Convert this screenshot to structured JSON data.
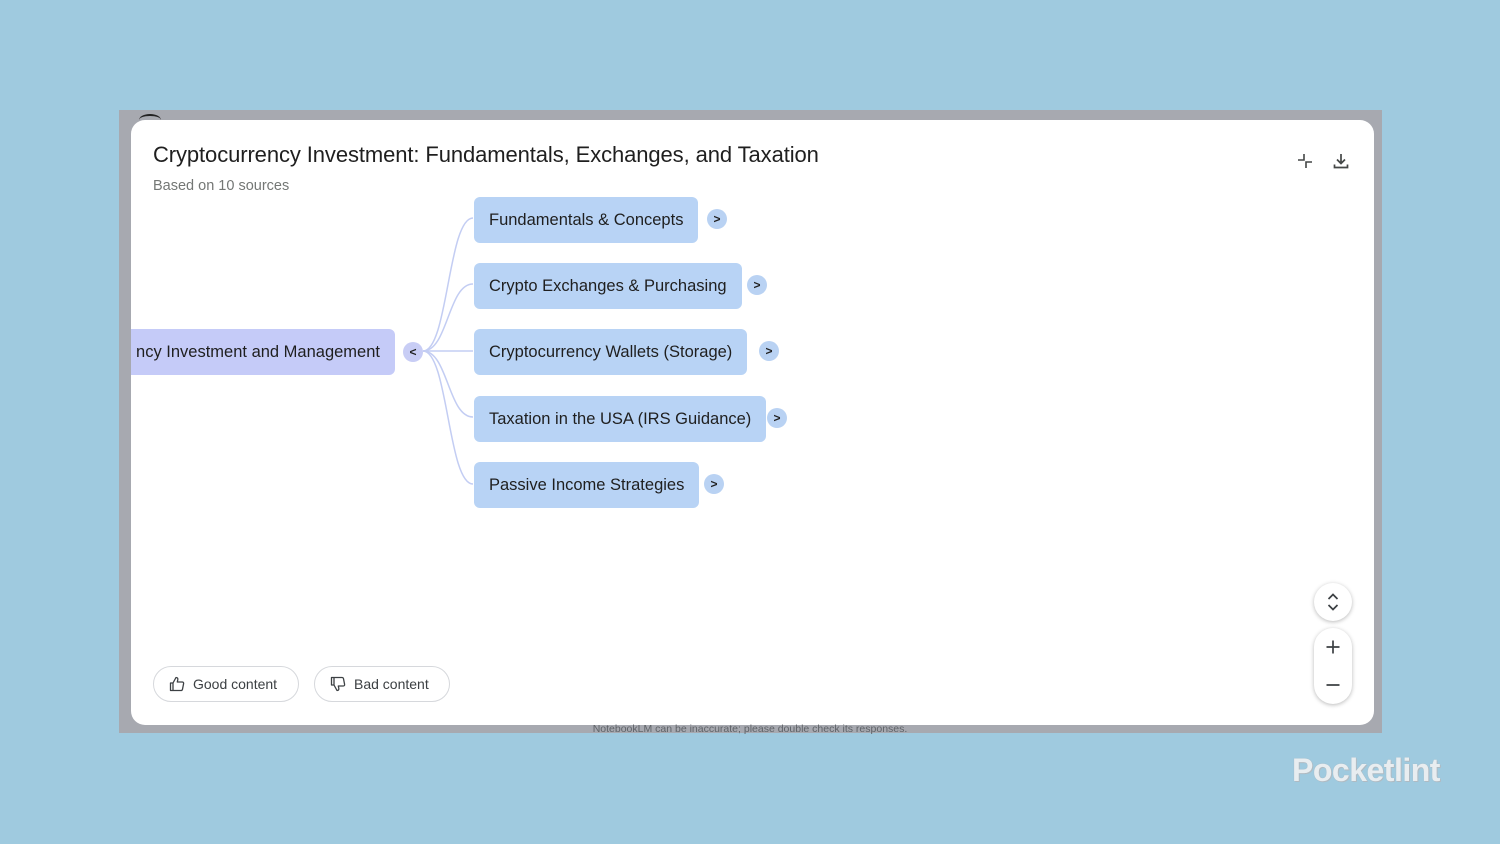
{
  "header": {
    "title": "Cryptocurrency Investment: Fundamentals, Exchanges, and Taxation",
    "subtitle": "Based on 10 sources",
    "collapse_icon": "collapse-icon",
    "download_icon": "download-icon"
  },
  "mindmap": {
    "root": {
      "label": "ncy Investment and Management",
      "toggle": "<"
    },
    "children": [
      {
        "label": "Fundamentals & Concepts",
        "toggle": ">"
      },
      {
        "label": "Crypto Exchanges & Purchasing",
        "toggle": ">"
      },
      {
        "label": "Cryptocurrency Wallets (Storage)",
        "toggle": ">"
      },
      {
        "label": "Taxation in the USA (IRS Guidance)",
        "toggle": ">"
      },
      {
        "label": "Passive Income Strategies",
        "toggle": ">"
      }
    ]
  },
  "feedback": {
    "good_label": "Good content",
    "bad_label": "Bad content",
    "good_icon": "thumbs-up-icon",
    "bad_icon": "thumbs-down-icon"
  },
  "zoom_controls": {
    "expand_icon": "expand-collapse-icon",
    "zoom_in_icon": "plus-icon",
    "zoom_out_icon": "minus-icon"
  },
  "footer": {
    "disclaimer": "NotebookLM can be inaccurate; please double check its responses."
  },
  "watermark": {
    "text": "Pocketlint"
  },
  "colors": {
    "background": "#9fcadf",
    "root_node": "#c5cbf8",
    "child_node": "#b8d3f5",
    "connector": "#c3cdf3"
  }
}
